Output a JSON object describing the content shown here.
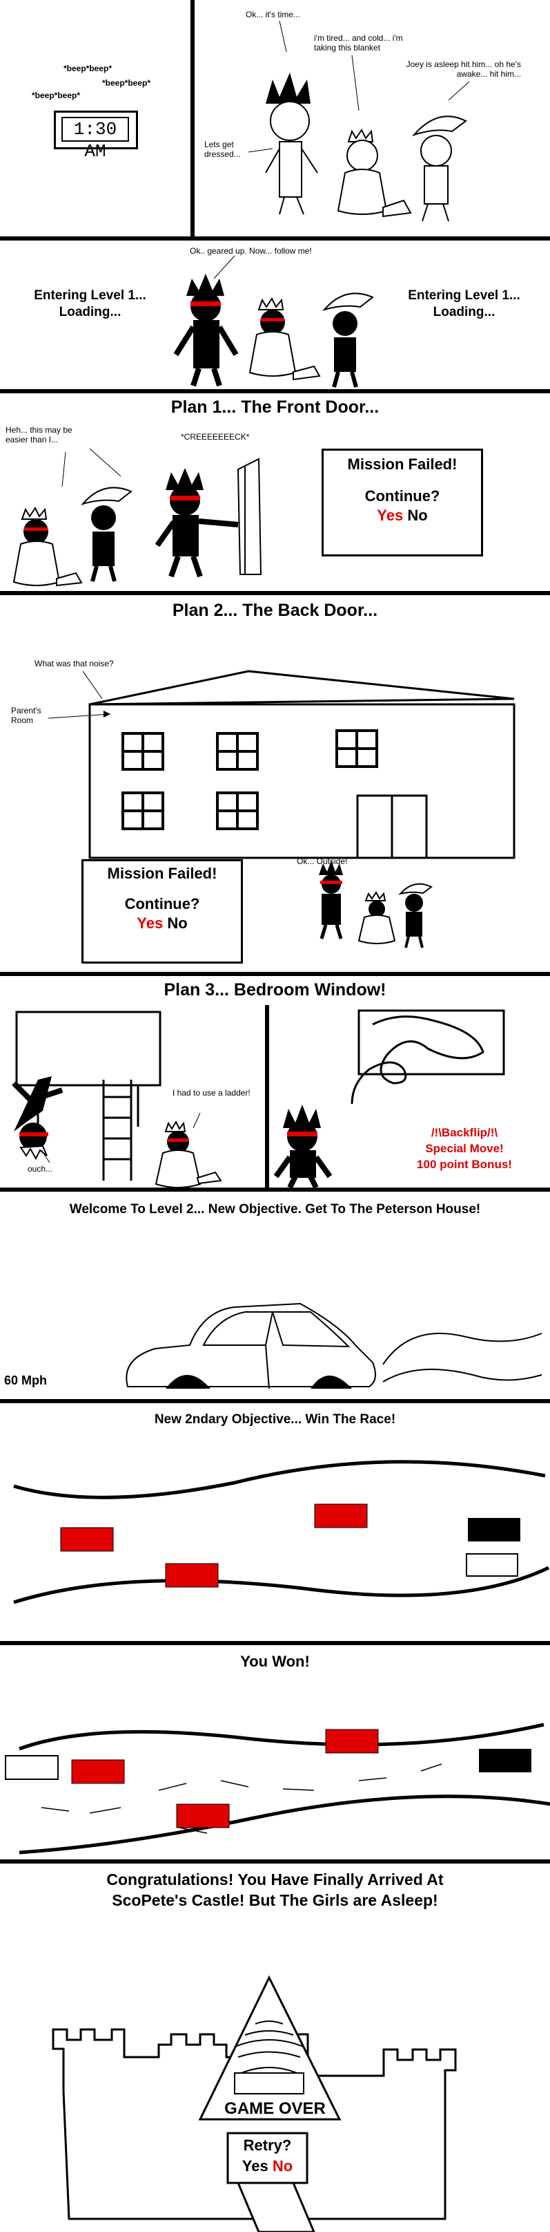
{
  "panel1": {
    "beeps": [
      "*beep*beep*",
      "*beep*beep*",
      "*beep*beep*"
    ],
    "clock": "1:30 AM",
    "speech_main": "Ok... it's time...",
    "speech_tired": "i'm tired... and cold... i'm taking this blanket",
    "speech_joey": "Joey is asleep hit him... oh he's awake... hit him...",
    "speech_dressed": "Lets get dressed..."
  },
  "panel2": {
    "speech": "Ok.. geared up.  Now... follow me!",
    "loading_left": "Entering Level 1... Loading...",
    "loading_right": "Entering Level 1... Loading..."
  },
  "panel3": {
    "title": "Plan 1... The Front Door...",
    "speech_easy": "Heh... this may be easier than I...",
    "sound": "*CREEEEEEECK*",
    "failed": "Mission Failed!",
    "continue": "Continue?",
    "yes": "Yes",
    "no": "No"
  },
  "panel4": {
    "title": "Plan 2... The Back Door...",
    "speech_noise": "What was that noise?",
    "parents_room": "Parent's Room",
    "failed": "Mission Failed!",
    "continue": "Continue?",
    "yes": "Yes",
    "no": "No",
    "outside": "Ok... Outside!"
  },
  "panel5": {
    "title": "Plan 3... Bedroom Window!",
    "ouch": "ouch...",
    "ladder": "I had to use a ladder!",
    "bonus1": "/!\\Backflip/!\\",
    "bonus2": "Special Move!",
    "bonus3": "100 point Bonus!"
  },
  "panel6": {
    "title": "Welcome To Level 2... New Objective.  Get To The Peterson House!",
    "speed": "60 Mph"
  },
  "panel7": {
    "title": "New 2ndary Objective... Win The Race!"
  },
  "panel8": {
    "title": "You Won!"
  },
  "panel9": {
    "title_line1": "Congratulations!  You Have Finally Arrived At",
    "title_line2": "ScoPete's Castle!  But The Girls are Asleep!",
    "game_over": "GAME OVER",
    "retry": "Retry?",
    "yes": "Yes",
    "no": "No"
  },
  "colors": {
    "red": "#e00000",
    "black": "#000000"
  }
}
